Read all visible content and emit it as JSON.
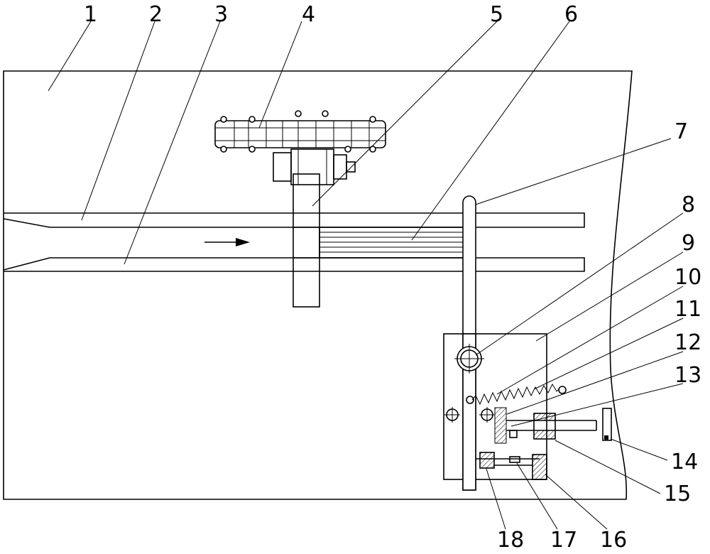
{
  "diagram": {
    "labels": [
      {
        "id": "1",
        "text": "1"
      },
      {
        "id": "2",
        "text": "2"
      },
      {
        "id": "3",
        "text": "3"
      },
      {
        "id": "4",
        "text": "4"
      },
      {
        "id": "5",
        "text": "5"
      },
      {
        "id": "6",
        "text": "6"
      },
      {
        "id": "7",
        "text": "7"
      },
      {
        "id": "8",
        "text": "8"
      },
      {
        "id": "9",
        "text": "9"
      },
      {
        "id": "10",
        "text": "10"
      },
      {
        "id": "11",
        "text": "11"
      },
      {
        "id": "12",
        "text": "12"
      },
      {
        "id": "13",
        "text": "13"
      },
      {
        "id": "14",
        "text": "14"
      },
      {
        "id": "15",
        "text": "15"
      },
      {
        "id": "16",
        "text": "16"
      },
      {
        "id": "17",
        "text": "17"
      },
      {
        "id": "18",
        "text": "18"
      }
    ],
    "flow_arrow": "right-arrow-icon"
  }
}
